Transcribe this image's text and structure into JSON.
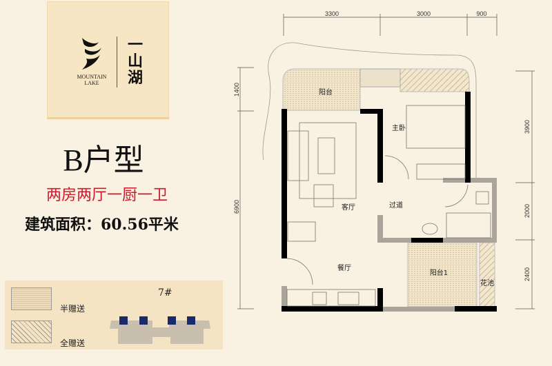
{
  "logo": {
    "en_line1": "MOUNTAIN",
    "en_line2": "LAKE",
    "cn": "一山湖"
  },
  "title": "B户型",
  "subtitle": "两房两厅一厨一卫",
  "area": "建筑面积：60.56平米",
  "legend": {
    "half_label": "半赠送",
    "full_label": "全赠送",
    "building": "7#"
  },
  "plan": {
    "dims_top": [
      "3300",
      "3000",
      "900"
    ],
    "dims_left": [
      "1400",
      "6900"
    ],
    "dims_right": [
      "3900",
      "2000",
      "2400"
    ],
    "rooms": {
      "balcony": "阳台",
      "master_bedroom": "主卧",
      "living_room": "客厅",
      "corridor": "过道",
      "dining_room": "餐厅",
      "balcony1": "阳台1",
      "flower_bed": "花池"
    }
  },
  "colors": {
    "background": "#f9f1e1",
    "wall": "#000000",
    "partition": "#aaa49a",
    "accent_red": "#d0182a",
    "unit_blue": "#1a2a6a"
  }
}
